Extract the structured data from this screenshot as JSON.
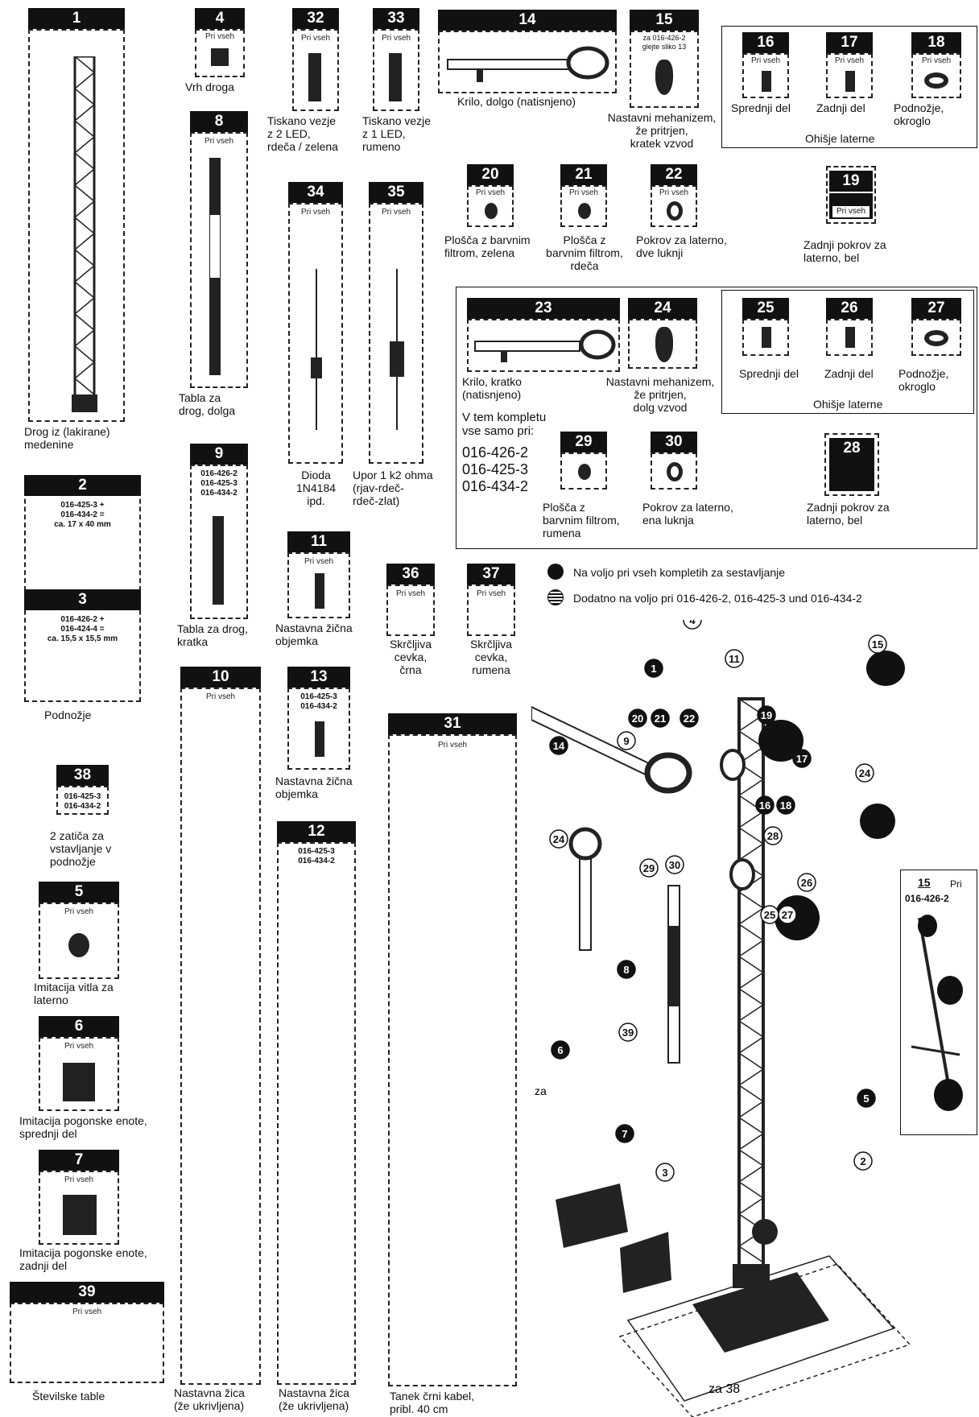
{
  "pri_vseh": "Pri vseh",
  "parts": {
    "p1": {
      "num": "1",
      "label": [
        "Drog iz (lakirane)",
        "medenine"
      ]
    },
    "p2": {
      "num": "2",
      "codes": [
        "016-425-3 +",
        "016-434-2 =",
        "ca. 17 x 40 mm"
      ]
    },
    "p3": {
      "num": "3",
      "codes": [
        "016-426-2 +",
        "016-424-4 =",
        "ca. 15,5 x 15,5 mm"
      ]
    },
    "base_label": "Podnožje",
    "p4": {
      "num": "4",
      "label": [
        "Vrh droga"
      ]
    },
    "p8": {
      "num": "8",
      "label": [
        "Tabla za",
        "drog, dolga"
      ]
    },
    "p9": {
      "num": "9",
      "codes": [
        "016-426-2",
        "016-425-3",
        "016-434-2"
      ],
      "label": [
        "Tabla za drog,",
        "kratka"
      ]
    },
    "p10": {
      "num": "10",
      "label": [
        "Nastavna žica",
        "(že ukrivljena)"
      ]
    },
    "p32": {
      "num": "32",
      "label": [
        "Tiskano vezje",
        "z 2 LED,",
        "rdeča / zelena"
      ]
    },
    "p33": {
      "num": "33",
      "label": [
        "Tiskano vezje",
        "z 1 LED,",
        "rumeno"
      ]
    },
    "p34": {
      "num": "34",
      "label": [
        "Dioda",
        "1N4184",
        "ipd."
      ]
    },
    "p35": {
      "num": "35",
      "label": [
        "Upor 1 k2 ohma",
        "(rjav-rdeč-",
        "rdeč-zlat)"
      ]
    },
    "p11": {
      "num": "11",
      "label": [
        "Nastavna žična",
        "objemka"
      ]
    },
    "p13": {
      "num": "13",
      "codes": [
        "016-425-3",
        "016-434-2"
      ],
      "label": [
        "Nastavna žična",
        "objemka"
      ]
    },
    "p12": {
      "num": "12",
      "codes": [
        "016-425-3",
        "016-434-2"
      ],
      "label": [
        "Nastavna žica",
        "(že ukrivljena)"
      ]
    },
    "p36": {
      "num": "36",
      "label": [
        "Skrčljiva",
        "cevka,",
        "črna"
      ]
    },
    "p37": {
      "num": "37",
      "label": [
        "Skrčljiva",
        "cevka,",
        "rumena"
      ]
    },
    "p31": {
      "num": "31",
      "label": [
        "Tanek črni kabel,",
        "pribl. 40 cm"
      ]
    },
    "p14": {
      "num": "14",
      "label": [
        "Krilo, dolgo (natisnjeno)"
      ]
    },
    "p15": {
      "num": "15",
      "codes": [
        "za 016-426-2",
        "glejte sliko 13"
      ],
      "label": [
        "Nastavni mehanizem,",
        "že pritrjen,",
        "kratek vzvod"
      ]
    },
    "p16": {
      "num": "16",
      "label": [
        "Sprednji del"
      ]
    },
    "p17": {
      "num": "17",
      "label": [
        "Zadnji del"
      ]
    },
    "p18": {
      "num": "18",
      "label": [
        "Podnožje,",
        "okroglo"
      ]
    },
    "housing1": "Ohišje laterne",
    "p19": {
      "num": "19",
      "label": [
        "Zadnji pokrov za",
        "laterno, bel"
      ]
    },
    "p20": {
      "num": "20",
      "label": [
        "Plošča z barvnim",
        "filtrom, zelena"
      ]
    },
    "p21": {
      "num": "21",
      "label": [
        "Plošča z",
        "barvnim filtrom,",
        "rdeča"
      ]
    },
    "p22": {
      "num": "22",
      "label": [
        "Pokrov za laterno,",
        "dve luknji"
      ]
    },
    "p23": {
      "num": "23",
      "label": [
        "Krilo, kratko",
        "(natisnjeno)"
      ]
    },
    "p24": {
      "num": "24",
      "label": [
        "Nastavni mehanizem,",
        "že pritrjen,",
        "dolg vzvod"
      ]
    },
    "p25": {
      "num": "25",
      "label": [
        "Sprednji del"
      ]
    },
    "p26": {
      "num": "26",
      "label": [
        "Zadnji del"
      ]
    },
    "p27": {
      "num": "27",
      "label": [
        "Podnožje,",
        "okroglo"
      ]
    },
    "housing2": "Ohišje laterne",
    "kit_note": [
      "V tem kompletu",
      "vse samo pri:"
    ],
    "kit_codes": [
      "016-426-2",
      "016-425-3",
      "016-434-2"
    ],
    "p29": {
      "num": "29",
      "label": [
        "Plošča z",
        "barvnim filtrom,",
        "rumena"
      ]
    },
    "p30": {
      "num": "30",
      "label": [
        "Pokrov za laterno,",
        "ena luknja"
      ]
    },
    "p28": {
      "num": "28",
      "label": [
        "Zadnji pokrov za",
        "laterno, bel"
      ]
    },
    "p38": {
      "num": "38",
      "codes": [
        "016-425-3",
        "016-434-2"
      ],
      "label": [
        "2 zatiča za",
        "vstavljanje v",
        "podnožje"
      ]
    },
    "p5": {
      "num": "5",
      "label": [
        "Imitacija vitla za",
        "laterno"
      ]
    },
    "p6": {
      "num": "6",
      "label": [
        "Imitacija pogonske enote,",
        "sprednji del"
      ]
    },
    "p7": {
      "num": "7",
      "label": [
        "Imitacija pogonske enote,",
        "zadnji del"
      ]
    },
    "p39": {
      "num": "39",
      "label": [
        "Številske table"
      ]
    }
  },
  "legend": {
    "all": "Na voljo pri vseh kompletih za sestavljanje",
    "extra": "Dodatno na voljo pri 016-426-2, 016-425-3 und 016-434-2"
  },
  "assembly": {
    "za": "za",
    "za38": "za 38",
    "inset_num": "15",
    "inset_pri": "Pri",
    "inset_code": "016-426-2",
    "callouts": [
      "4",
      "11",
      "15",
      "1",
      "20",
      "21",
      "22",
      "9",
      "14",
      "19",
      "17",
      "24",
      "16",
      "18",
      "28",
      "24",
      "29",
      "30",
      "26",
      "25",
      "27",
      "8",
      "39",
      "6",
      "5",
      "7",
      "2",
      "3"
    ]
  }
}
